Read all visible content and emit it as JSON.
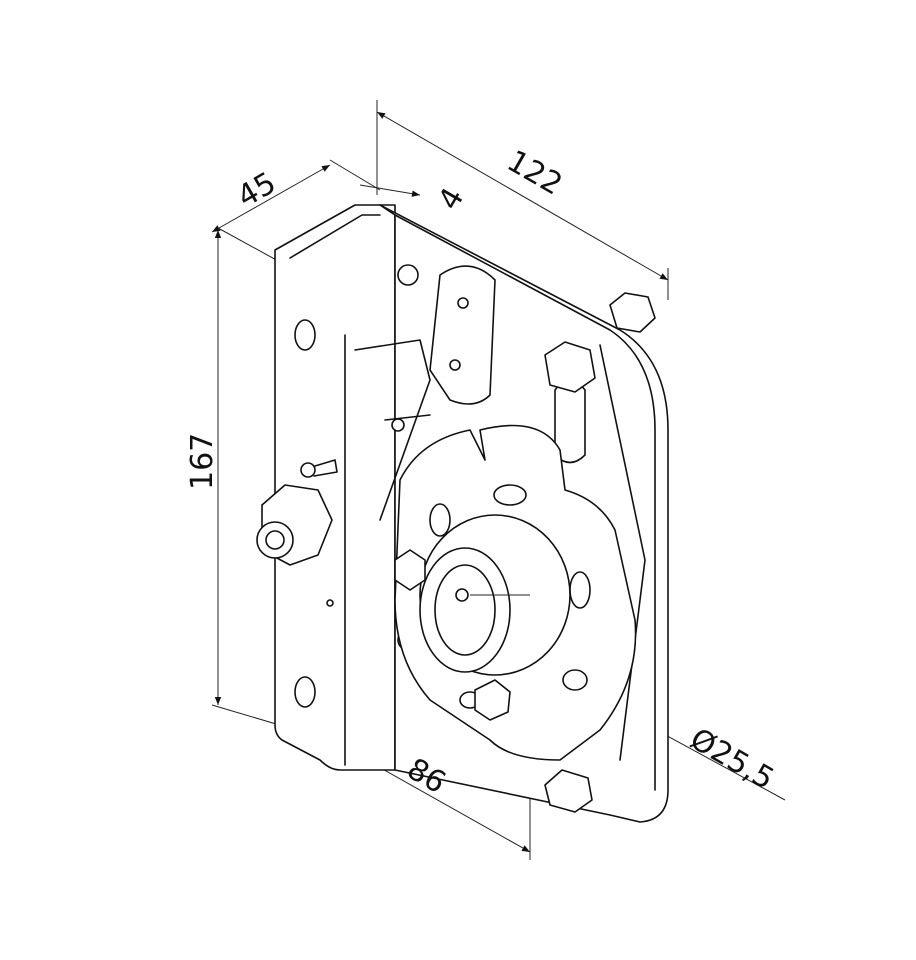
{
  "drawing": {
    "dimensions": {
      "flange_depth": "45",
      "plate_thickness": "4",
      "total_width": "122",
      "height": "167",
      "hole_distance": "86",
      "shaft_diameter": "Ø25,5"
    }
  }
}
